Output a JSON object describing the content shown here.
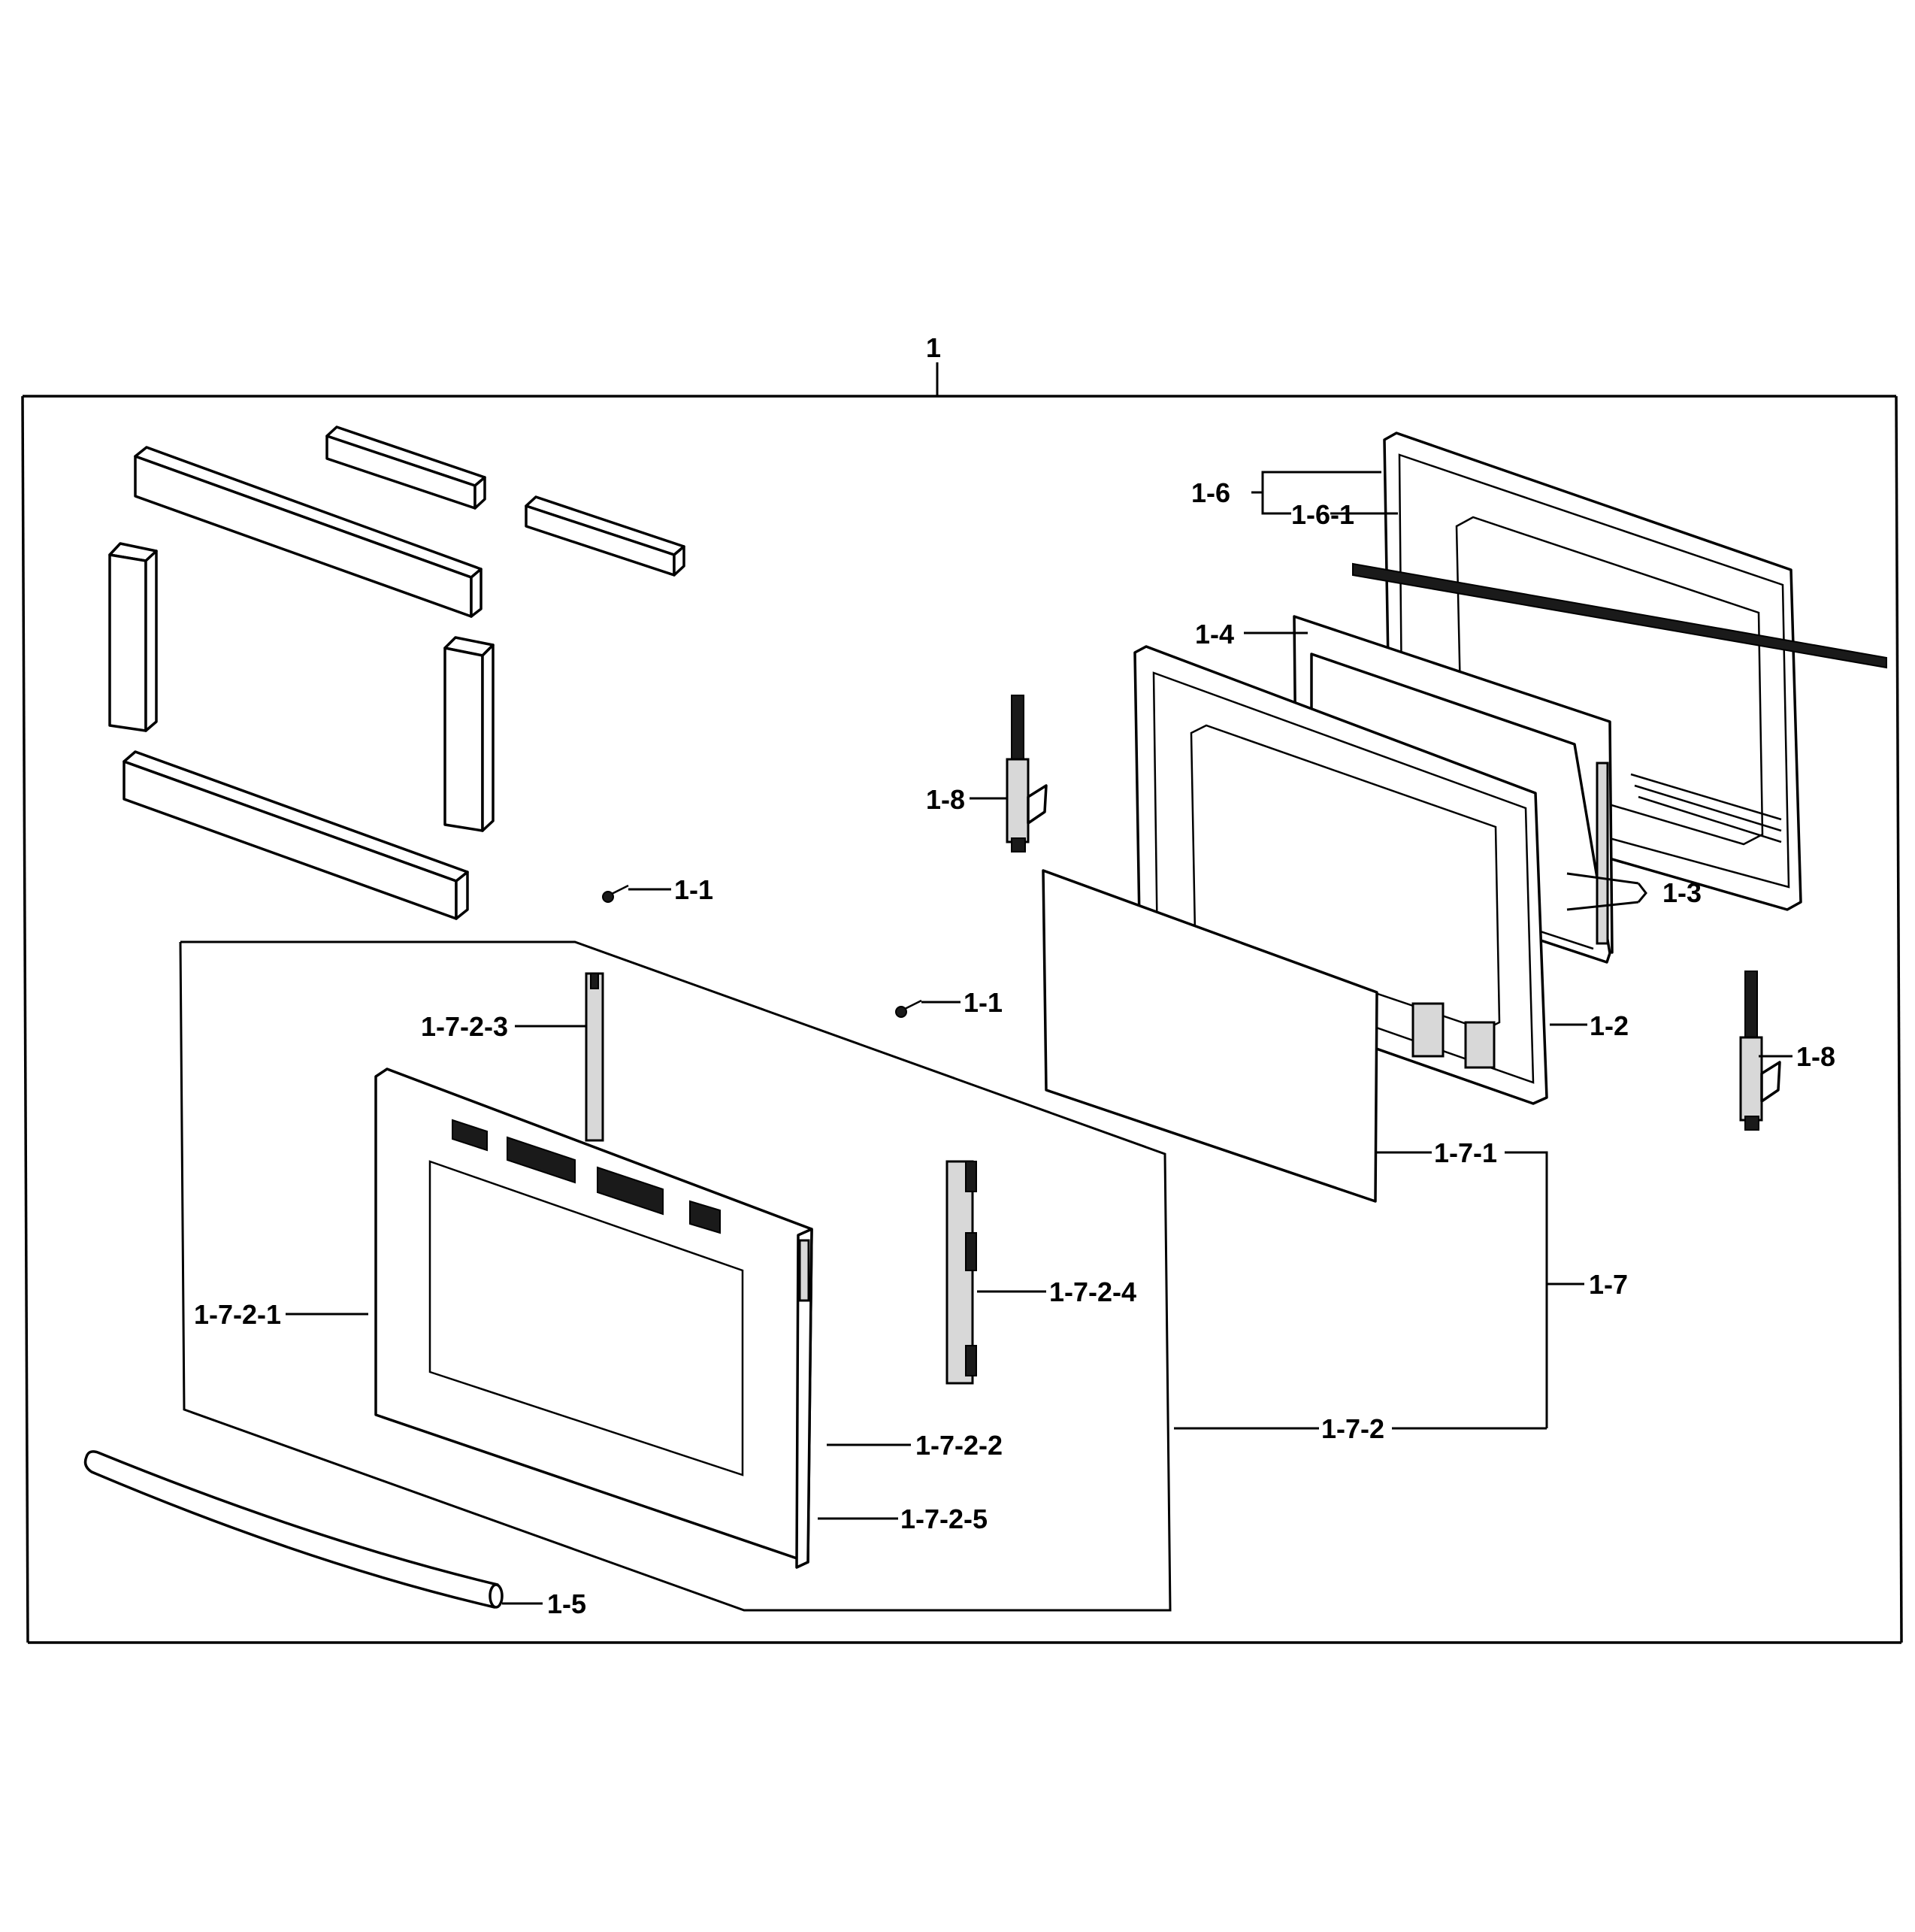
{
  "callouts": {
    "c1": "1",
    "c1_6": "1-6",
    "c1_6_1": "1-6-1",
    "c1_4": "1-4",
    "c1_8_left": "1-8",
    "c1_8_right": "1-8",
    "c1_1_top": "1-1",
    "c1_1_mid": "1-1",
    "c1_3": "1-3",
    "c1_2": "1-2",
    "c1_7_2_3": "1-7-2-3",
    "c1_7_1": "1-7-1",
    "c1_7": "1-7",
    "c1_7_2_4": "1-7-2-4",
    "c1_7_2_1": "1-7-2-1",
    "c1_7_2_2": "1-7-2-2",
    "c1_7_2": "1-7-2",
    "c1_7_2_5": "1-7-2-5",
    "c1_5": "1-5"
  },
  "colors": {
    "line": "#000000",
    "background": "#ffffff"
  }
}
